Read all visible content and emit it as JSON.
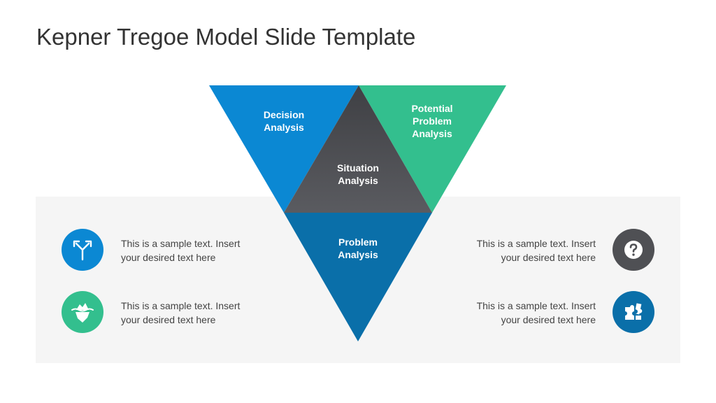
{
  "slide": {
    "title": "Kepner Tregoe Model Slide Template"
  },
  "colors": {
    "blue": "#0b88d3",
    "green": "#33bf8e",
    "dark_gray": "#4f5054",
    "dark_blue": "#0a6fa9",
    "panel_bg": "#f5f5f5"
  },
  "triangles": {
    "decision": "Decision\nAnalysis",
    "potential": "Potential\nProblem\nAnalysis",
    "situation": "Situation\nAnalysis",
    "problem": "Problem\nAnalysis"
  },
  "items": [
    {
      "icon": "split-arrow-icon",
      "line1": "This is a sample text. Insert",
      "line2": "your desired text here"
    },
    {
      "icon": "iceberg-icon",
      "line1": "This is a sample text. Insert",
      "line2": "your desired text here"
    },
    {
      "icon": "question-mark-icon",
      "line1": "This is a sample text. Insert",
      "line2": "your desired text here"
    },
    {
      "icon": "puzzle-icon",
      "line1": "This is a sample text. Insert",
      "line2": "your desired text here"
    }
  ]
}
